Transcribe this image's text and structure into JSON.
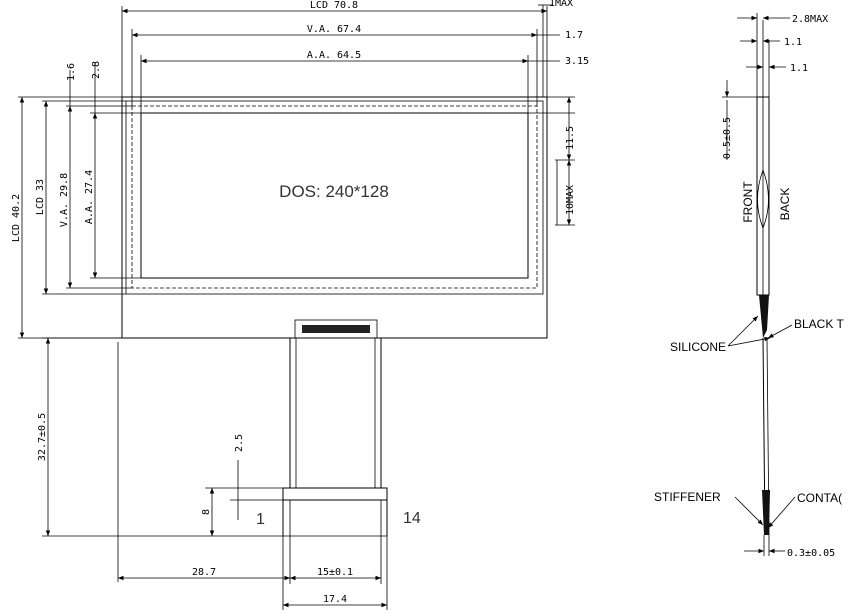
{
  "front_view": {
    "display_label": "DOS: 240*128",
    "dims": {
      "lcd_width": "LCD 70.8",
      "va_width": "V.A. 67.4",
      "aa_width": "A.A. 64.5",
      "tmax": "1MAX",
      "d_17": "1.7",
      "d_315": "3.15",
      "d_16": "1.6",
      "d_28": "2.8",
      "lcd_height": "LCD 40.2",
      "lcd33": "LCD 33",
      "va_height": "V.A. 29.8",
      "aa_height": "A.A. 27.4",
      "d_115": "11.5",
      "d_10max": "10MAX",
      "fpc_length": "32.7±0.5",
      "d_25": "2.5",
      "d_8": "8",
      "d_287": "28.7",
      "fpc_pitch": "15±0.1",
      "fpc_width": "17.4"
    },
    "pins": {
      "first": "1",
      "last": "14"
    }
  },
  "side_view": {
    "dims": {
      "d_28max": "2.8MAX",
      "d_11a": "1.1",
      "d_11b": "1.1",
      "d_05": "0.5±0.5",
      "d_03": "0.3±0.05"
    },
    "labels": {
      "front": "FRONT",
      "back": "BACK",
      "black_tape": "BLACK T",
      "silicone": "SILICONE",
      "stiffener": "STIFFENER",
      "contact": "CONTA("
    }
  }
}
